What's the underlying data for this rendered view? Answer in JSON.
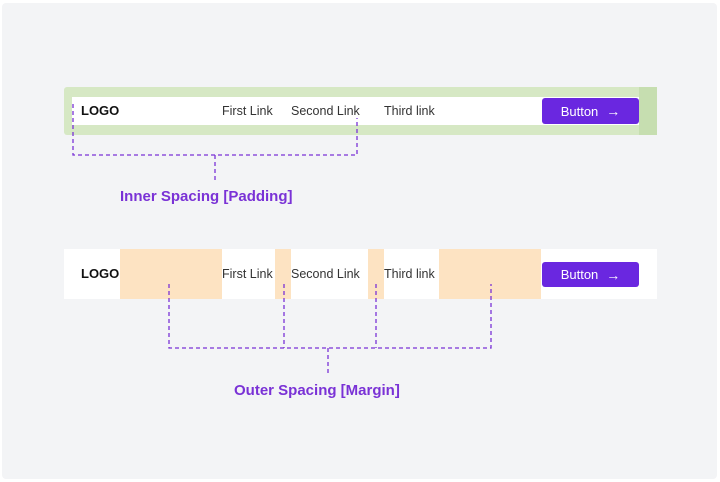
{
  "accent_color": "#6a27e0",
  "caption_color": "#7a32d6",
  "padding_color": "#d6e8c4",
  "margin_color": "#fde3c2",
  "top_nav": {
    "logo": "LOGO",
    "links": [
      "First Link",
      "Second Link",
      "Third link"
    ],
    "button_label": "Button",
    "button_icon": "arrow-right-icon",
    "arrow_glyph": "→"
  },
  "top_caption": "Inner Spacing [Padding]",
  "bottom_nav": {
    "logo": "LOGO",
    "links": [
      "First Link",
      "Second Link",
      "Third link"
    ],
    "button_label": "Button",
    "button_icon": "arrow-right-icon",
    "arrow_glyph": "→"
  },
  "bottom_caption": "Outer Spacing [Margin]"
}
